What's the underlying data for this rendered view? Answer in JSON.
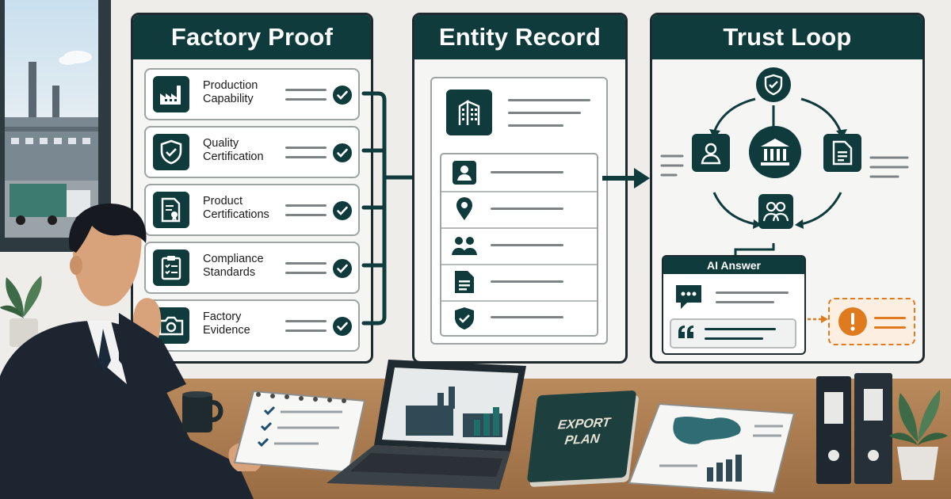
{
  "panels": {
    "factory_proof": {
      "title": "Factory Proof",
      "items": [
        {
          "label": "Production Capability",
          "icon": "factory-icon"
        },
        {
          "label": "Quality Certification",
          "icon": "shield-check-icon"
        },
        {
          "label": "Product Certifications",
          "icon": "certificate-document-icon"
        },
        {
          "label": "Compliance Standards",
          "icon": "clipboard-checklist-icon"
        },
        {
          "label": "Factory Evidence",
          "icon": "camera-icon"
        }
      ]
    },
    "entity_record": {
      "title": "Entity Record",
      "fields": [
        {
          "icon": "person-icon"
        },
        {
          "icon": "location-pin-icon"
        },
        {
          "icon": "people-icon"
        },
        {
          "icon": "document-icon"
        },
        {
          "icon": "shield-check-icon"
        }
      ]
    },
    "trust_loop": {
      "title": "Trust Loop",
      "nodes": [
        "shield-check-icon",
        "institution-icon",
        "person-icon",
        "document-icon",
        "people-icon"
      ],
      "ai_answer": {
        "title": "AI Answer"
      }
    }
  },
  "desk": {
    "book_title": "EXPORT PLAN"
  },
  "colors": {
    "primary": "#0f3b3c",
    "warning": "#e07a1f",
    "wall": "#efedea",
    "desk": "#b98a5c"
  }
}
